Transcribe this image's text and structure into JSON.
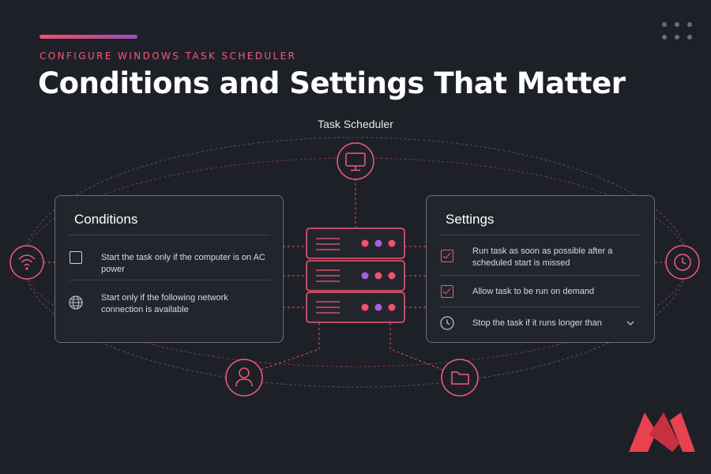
{
  "header": {
    "eyebrow": "CONFIGURE WINDOWS TASK SCHEDULER",
    "title": "Conditions and Settings That Matter"
  },
  "diagram": {
    "center_label": "Task Scheduler",
    "nodes": [
      "monitor-icon",
      "wifi-icon",
      "clock-icon",
      "user-icon",
      "folder-icon",
      "server-icon"
    ]
  },
  "conditions": {
    "title": "Conditions",
    "items": [
      {
        "icon": "checkbox-icon",
        "checked": false,
        "text": "Start the task only if the computer is on AC power"
      },
      {
        "icon": "globe-icon",
        "text_line1": "Start only if the following network",
        "text_line2": "connection is available"
      }
    ]
  },
  "settings": {
    "title": "Settings",
    "items": [
      {
        "icon": "checkbox-icon",
        "checked": true,
        "text_line1": "Run task as soon as possible after a",
        "text_line2": "scheduled start is missed"
      },
      {
        "icon": "checkbox-icon",
        "checked": true,
        "text": "Allow task to be run on demand"
      },
      {
        "icon": "clock-icon",
        "text": "Stop the task if it runs longer than"
      }
    ]
  },
  "colors": {
    "background": "#1e2027",
    "accent_pink": "#f05c79",
    "accent_purple": "#9c4fd2",
    "dot_red": "#f4506e",
    "dot_purple": "#a25fe0"
  }
}
